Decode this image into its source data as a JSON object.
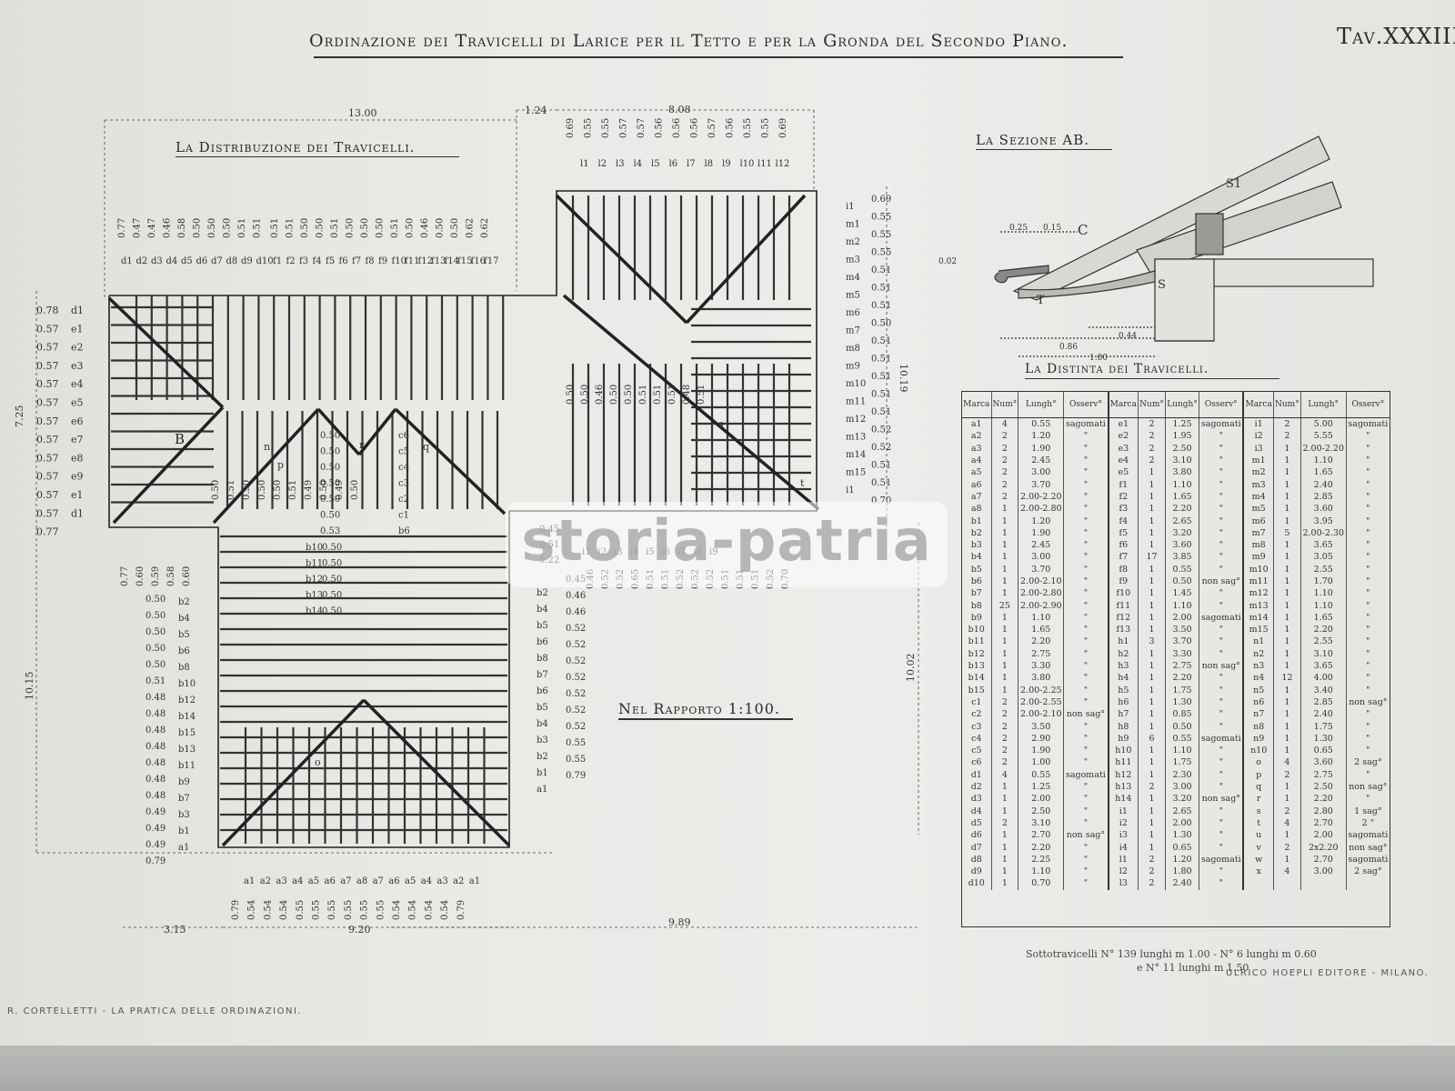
{
  "titles": {
    "main": "Ordinazione dei Travicelli di Larice per il Tetto e per la Gronda del Secondo Piano.",
    "plate": "Tav.XXXIII.",
    "distribution": "La Distribuzione dei Travicelli.",
    "section": "La Sezione AB.",
    "table": "La Distinta dei Travicelli.",
    "scale": "Nel Rapporto 1:100.",
    "author_footer": "R. CORTELLETTI - LA PRATICA DELLE ORDINAZIONI.",
    "publisher_footer": "ULRICO HOEPLI EDITORE - MILANO.",
    "footnote_line1": "Sottotravicelli  N° 139 lunghi m 1.00 - N° 6 lunghi m 0.60",
    "footnote_line2": "e N° 11 lunghi m 1.50"
  },
  "watermark": "storia-patria",
  "plan": {
    "overall_dims": {
      "top_left": "13.00",
      "top_mid": "1.24",
      "top_right": "8.08",
      "left_top": "7.25",
      "left_bottom": "10.15",
      "right_upper": "10.19",
      "right_lower": "10.02",
      "bottom_left": "3.15",
      "bottom_mid": "9.20",
      "bottom_right": "9.89"
    },
    "points": {
      "B": "B"
    },
    "d_labels": [
      "d1",
      "d2",
      "d3",
      "d4",
      "d5",
      "d6",
      "d7",
      "d8",
      "d9",
      "d10"
    ],
    "d_spacings": [
      "0.77",
      "0.47",
      "0.47",
      "0.46",
      "0.58",
      "0.50",
      "0.50",
      "0.50",
      "0.51",
      "0.51"
    ],
    "f_labels": [
      "f1",
      "f2",
      "f3",
      "f4",
      "f5",
      "f6",
      "f7",
      "f8",
      "f9",
      "f10",
      "f11",
      "f12",
      "f13",
      "f14",
      "f15",
      "f16",
      "f17"
    ],
    "f_spacings": [
      "0.51",
      "0.51",
      "0.50",
      "0.50",
      "0.51",
      "0.50",
      "0.50",
      "0.50",
      "0.51",
      "0.50",
      "0.46",
      "0.50",
      "0.50",
      "0.62",
      "0.62"
    ],
    "l_labels": [
      "l1",
      "l2",
      "l3",
      "l4",
      "l5",
      "l6",
      "l7",
      "l8",
      "l9",
      "l10",
      "l11",
      "l12"
    ],
    "l_spacings": [
      "0.69",
      "0.55",
      "0.55",
      "0.57",
      "0.57",
      "0.56",
      "0.56",
      "0.56",
      "0.57",
      "0.56",
      "0.55",
      "0.55",
      "0.69"
    ],
    "left_labels": [
      "d1",
      "e1",
      "e2",
      "e3",
      "e4",
      "e5",
      "e6",
      "e7",
      "e8",
      "e9",
      "e1",
      "d1"
    ],
    "left_spacings": [
      "0.78",
      "0.57",
      "0.57",
      "0.57",
      "0.57",
      "0.57",
      "0.57",
      "0.57",
      "0.57",
      "0.57",
      "0.57",
      "0.57",
      "0.77"
    ],
    "m_labels": [
      "i1",
      "m1",
      "m2",
      "m3",
      "m4",
      "m5",
      "m6",
      "m7",
      "m8",
      "m9",
      "m10",
      "m11",
      "m12",
      "m13",
      "m14",
      "m15",
      "i1"
    ],
    "m_spacings": [
      "0.69",
      "0.55",
      "0.55",
      "0.55",
      "0.51",
      "0.51",
      "0.51",
      "0.50",
      "0.51",
      "0.51",
      "0.51",
      "0.51",
      "0.51",
      "0.52",
      "0.52",
      "0.51",
      "0.51",
      "0.70"
    ],
    "h_spacings": [
      "0.50",
      "0.51",
      "0.50",
      "0.50",
      "0.50",
      "0.51",
      "0.49",
      "0.50",
      "0.49",
      "0.50"
    ],
    "mid_spacings": [
      "0.50",
      "0.50",
      "0.46",
      "0.50",
      "0.50",
      "0.51",
      "0.51",
      "0.51",
      "0.48",
      "0.51"
    ],
    "c_labels": [
      "c6",
      "c5",
      "c4",
      "c3",
      "c2",
      "c1",
      "b6"
    ],
    "c_spacings": [
      "0.50",
      "0.50",
      "0.50",
      "0.50",
      "0.50",
      "0.50",
      "0.53"
    ],
    "bc_labels": [
      "b10",
      "b11",
      "b12",
      "b13",
      "b14"
    ],
    "bc_spacings": [
      "0.50",
      "0.50",
      "0.50",
      "0.50",
      "0.50"
    ],
    "lower_left_labels": [
      "b2",
      "b4",
      "b5",
      "b6",
      "b8",
      "b10",
      "b12",
      "b14",
      "b15",
      "b13",
      "b11",
      "b9",
      "b7",
      "b3",
      "b1",
      "a1"
    ],
    "lower_left_spacings": [
      "0.50",
      "0.50",
      "0.50",
      "0.50",
      "0.50",
      "0.51",
      "0.48",
      "0.48",
      "0.48",
      "0.48",
      "0.48",
      "0.48",
      "0.48",
      "0.49",
      "0.49",
      "0.49",
      "0.79"
    ],
    "lower_right_labels": [
      "b2",
      "b4",
      "b5",
      "b6",
      "b8",
      "b7",
      "b6",
      "b5",
      "b4",
      "b3",
      "b2",
      "b1",
      "a1"
    ],
    "lower_right_spacings": [
      "0.45",
      "0.46",
      "0.46",
      "0.52",
      "0.52",
      "0.52",
      "0.52",
      "0.52",
      "0.52",
      "0.52",
      "0.55",
      "0.55",
      "0.79"
    ],
    "mid_right_spacings": [
      "0.45",
      "0.51",
      "0.22"
    ],
    "e_row_labels": [
      "i1",
      "i2",
      "i3",
      "i4",
      "i5",
      "i6",
      "i7",
      "i8",
      "i9"
    ],
    "e_row_spacings": [
      "0.46",
      "0.52",
      "0.52",
      "0.65",
      "0.51",
      "0.51",
      "0.52",
      "0.52",
      "0.52",
      "0.51",
      "0.51",
      "0.51",
      "0.52",
      "0.70"
    ],
    "lower_corner_spacings": [
      "0.77",
      "0.60",
      "0.59",
      "0.58",
      "0.60"
    ],
    "a_labels": [
      "a1",
      "a2",
      "a3",
      "a4",
      "a5",
      "a6",
      "a7",
      "a8",
      "a7",
      "a6",
      "a5",
      "a4",
      "a3",
      "a2",
      "a1"
    ],
    "a_spacings": [
      "0.79",
      "0.54",
      "0.54",
      "0.54",
      "0.55",
      "0.55",
      "0.55",
      "0.55",
      "0.55",
      "0.55",
      "0.54",
      "0.54",
      "0.54",
      "0.54",
      "0.79"
    ],
    "hip_marks": [
      "p",
      "o",
      "r",
      "q",
      "n",
      "s",
      "t"
    ]
  },
  "section": {
    "labels": {
      "C": "C",
      "S": "S",
      "S1": "S1",
      "T": "T"
    },
    "dims": {
      "d025": "0.25",
      "d015": "0.15",
      "d002": "0.02",
      "d044": "0.44",
      "d086": "0.86",
      "d100": "1.00"
    }
  },
  "schedule": {
    "headers": [
      "Marca",
      "Num°",
      "Lungh°",
      "Osserv°",
      "Marca",
      "Num°",
      "Lungh°",
      "Osserv°",
      "Marca",
      "Num°",
      "Lungh°",
      "Osserv°"
    ],
    "rows": [
      [
        "a1",
        "4",
        "0.55",
        "sagomati",
        "e1",
        "2",
        "1.25",
        "sagomati",
        "i1",
        "2",
        "5.00",
        "sagomati"
      ],
      [
        "a2",
        "2",
        "1.20",
        "\"",
        "e2",
        "2",
        "1.95",
        "\"",
        "i2",
        "2",
        "5.55",
        "\""
      ],
      [
        "a3",
        "2",
        "1.90",
        "\"",
        "e3",
        "2",
        "2.50",
        "\"",
        "i3",
        "1",
        "2.00-2.20",
        "\""
      ],
      [
        "a4",
        "2",
        "2.45",
        "\"",
        "e4",
        "2",
        "3.10",
        "\"",
        "m1",
        "1",
        "1.10",
        "\""
      ],
      [
        "a5",
        "2",
        "3.00",
        "\"",
        "e5",
        "1",
        "3.80",
        "\"",
        "m2",
        "1",
        "1.65",
        "\""
      ],
      [
        "a6",
        "2",
        "3.70",
        "\"",
        "f1",
        "1",
        "1.10",
        "\"",
        "m3",
        "1",
        "2.40",
        "\""
      ],
      [
        "a7",
        "2",
        "2.00-2.20",
        "\"",
        "f2",
        "1",
        "1.65",
        "\"",
        "m4",
        "1",
        "2.85",
        "\""
      ],
      [
        "a8",
        "1",
        "2.00-2.80",
        "\"",
        "f3",
        "1",
        "2.20",
        "\"",
        "m5",
        "1",
        "3.60",
        "\""
      ],
      [
        "b1",
        "1",
        "1.20",
        "\"",
        "f4",
        "1",
        "2.65",
        "\"",
        "m6",
        "1",
        "3.95",
        "\""
      ],
      [
        "b2",
        "1",
        "1.90",
        "\"",
        "f5",
        "1",
        "3.20",
        "\"",
        "m7",
        "5",
        "2.00-2.30",
        "\""
      ],
      [
        "b3",
        "1",
        "2.45",
        "\"",
        "f6",
        "1",
        "3.60",
        "\"",
        "m8",
        "1",
        "3.65",
        "\""
      ],
      [
        "b4",
        "1",
        "3.00",
        "\"",
        "f7",
        "17",
        "3.85",
        "\"",
        "m9",
        "1",
        "3.05",
        "\""
      ],
      [
        "b5",
        "1",
        "3.70",
        "\"",
        "f8",
        "1",
        "0.55",
        "\"",
        "m10",
        "1",
        "2.55",
        "\""
      ],
      [
        "b6",
        "1",
        "2.00-2.10",
        "\"",
        "f9",
        "1",
        "0.50",
        "non sag°",
        "m11",
        "1",
        "1.70",
        "\""
      ],
      [
        "b7",
        "1",
        "2.00-2.80",
        "\"",
        "f10",
        "1",
        "1.45",
        "\"",
        "m12",
        "1",
        "1.10",
        "\""
      ],
      [
        "b8",
        "25",
        "2.00-2.90",
        "\"",
        "f11",
        "1",
        "1.10",
        "\"",
        "m13",
        "1",
        "1.10",
        "\""
      ],
      [
        "b9",
        "1",
        "1.10",
        "\"",
        "f12",
        "1",
        "2.00",
        "sagomati",
        "m14",
        "1",
        "1.65",
        "\""
      ],
      [
        "b10",
        "1",
        "1.65",
        "\"",
        "f13",
        "1",
        "3.50",
        "\"",
        "m15",
        "1",
        "2.20",
        "\""
      ],
      [
        "b11",
        "1",
        "2.20",
        "\"",
        "h1",
        "3",
        "3.70",
        "\"",
        "n1",
        "1",
        "2.55",
        "\""
      ],
      [
        "b12",
        "1",
        "2.75",
        "\"",
        "h2",
        "1",
        "3.30",
        "\"",
        "n2",
        "1",
        "3.10",
        "\""
      ],
      [
        "b13",
        "1",
        "3.30",
        "\"",
        "h3",
        "1",
        "2.75",
        "non sag°",
        "n3",
        "1",
        "3.65",
        "\""
      ],
      [
        "b14",
        "1",
        "3.80",
        "\"",
        "h4",
        "1",
        "2.20",
        "\"",
        "n4",
        "12",
        "4.00",
        "\""
      ],
      [
        "b15",
        "1",
        "2.00-2.25",
        "\"",
        "h5",
        "1",
        "1.75",
        "\"",
        "n5",
        "1",
        "3.40",
        "\""
      ],
      [
        "c1",
        "2",
        "2.00-2.55",
        "\"",
        "h6",
        "1",
        "1.30",
        "\"",
        "n6",
        "1",
        "2.85",
        "non sag°"
      ],
      [
        "c2",
        "2",
        "2.00-2.10",
        "non sag°",
        "h7",
        "1",
        "0.85",
        "\"",
        "n7",
        "1",
        "2.40",
        "\""
      ],
      [
        "c3",
        "2",
        "3.50",
        "\"",
        "h8",
        "1",
        "0.50",
        "\"",
        "n8",
        "1",
        "1.75",
        "\""
      ],
      [
        "c4",
        "2",
        "2.90",
        "\"",
        "h9",
        "6",
        "0.55",
        "sagomati",
        "n9",
        "1",
        "1.30",
        "\""
      ],
      [
        "c5",
        "2",
        "1.90",
        "\"",
        "h10",
        "1",
        "1.10",
        "\"",
        "n10",
        "1",
        "0.65",
        "\""
      ],
      [
        "c6",
        "2",
        "1.00",
        "\"",
        "h11",
        "1",
        "1.75",
        "\"",
        "o",
        "4",
        "3.60",
        "2 sag°"
      ],
      [
        "d1",
        "4",
        "0.55",
        "sagomati",
        "h12",
        "1",
        "2.30",
        "\"",
        "p",
        "2",
        "2.75",
        "\""
      ],
      [
        "d2",
        "1",
        "1.25",
        "\"",
        "h13",
        "2",
        "3.00",
        "\"",
        "q",
        "1",
        "2.50",
        "non sag°"
      ],
      [
        "d3",
        "1",
        "2.00",
        "\"",
        "h14",
        "1",
        "3.20",
        "non sag°",
        "r",
        "1",
        "2.20",
        "\""
      ],
      [
        "d4",
        "1",
        "2.50",
        "\"",
        "i1",
        "1",
        "2.65",
        "\"",
        "s",
        "2",
        "2.80",
        "1 sag°"
      ],
      [
        "d5",
        "2",
        "3.10",
        "\"",
        "i2",
        "1",
        "2.00",
        "\"",
        "t",
        "4",
        "2.70",
        "2 \""
      ],
      [
        "d6",
        "1",
        "2.70",
        "non sag°",
        "i3",
        "1",
        "1.30",
        "\"",
        "u",
        "1",
        "2.00",
        "sagomati"
      ],
      [
        "d7",
        "1",
        "2.20",
        "\"",
        "i4",
        "1",
        "0.65",
        "\"",
        "v",
        "2",
        "2x2.20",
        "non sag°"
      ],
      [
        "d8",
        "1",
        "2.25",
        "\"",
        "l1",
        "2",
        "1.20",
        "sagomati",
        "w",
        "1",
        "2.70",
        "sagomati"
      ],
      [
        "d9",
        "1",
        "1.10",
        "\"",
        "l2",
        "2",
        "1.80",
        "\"",
        "x",
        "4",
        "3.00",
        "2 sag°"
      ],
      [
        "d10",
        "1",
        "0.70",
        "\"",
        "l3",
        "2",
        "2.40",
        "\"",
        "",
        "",
        "",
        ""
      ]
    ]
  }
}
